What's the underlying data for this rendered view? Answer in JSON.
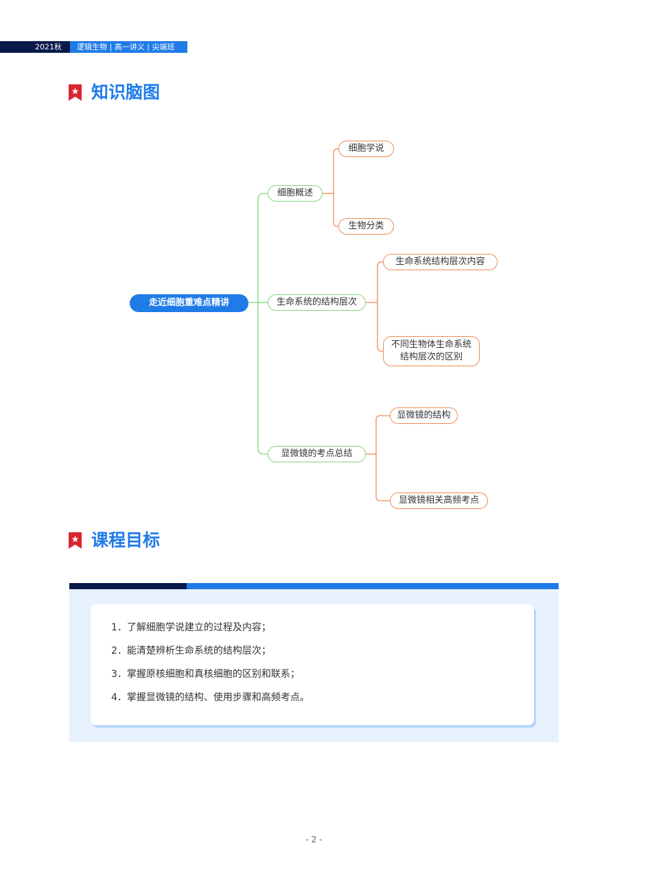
{
  "header": {
    "year": "2021秋",
    "course": "逻辑生物 | 高一讲义 | 尖端班"
  },
  "sections": {
    "mindmap_title": "知识脑图",
    "goals_title": "课程目标"
  },
  "mindmap": {
    "root": "走近细胞重难点精讲",
    "branches": [
      {
        "label": "细胞概述",
        "children": [
          "细胞学说",
          "生物分类"
        ]
      },
      {
        "label": "生命系统的结构层次",
        "children": [
          "生命系统结构层次内容",
          "不同生物体生命系统结构层次的区别"
        ]
      },
      {
        "label": "显微镜的考点总结",
        "children": [
          "显微镜的结构",
          "显微镜相关高频考点"
        ]
      }
    ]
  },
  "goals": [
    "1．了解细胞学说建立的过程及内容；",
    "2．能清楚辨析生命系统的结构层次；",
    "3．掌握原核细胞和真核细胞的区别和联系；",
    "4．掌握显微镜的结构、使用步骤和高频考点。"
  ],
  "footer": {
    "page_number": "- 2 -"
  },
  "colors": {
    "brand_blue": "#1f7be8",
    "navy": "#0a1a4a",
    "branch_green": "#7fd67a",
    "leaf_orange": "#ee8a55",
    "ribbon_red": "#d9262e"
  }
}
